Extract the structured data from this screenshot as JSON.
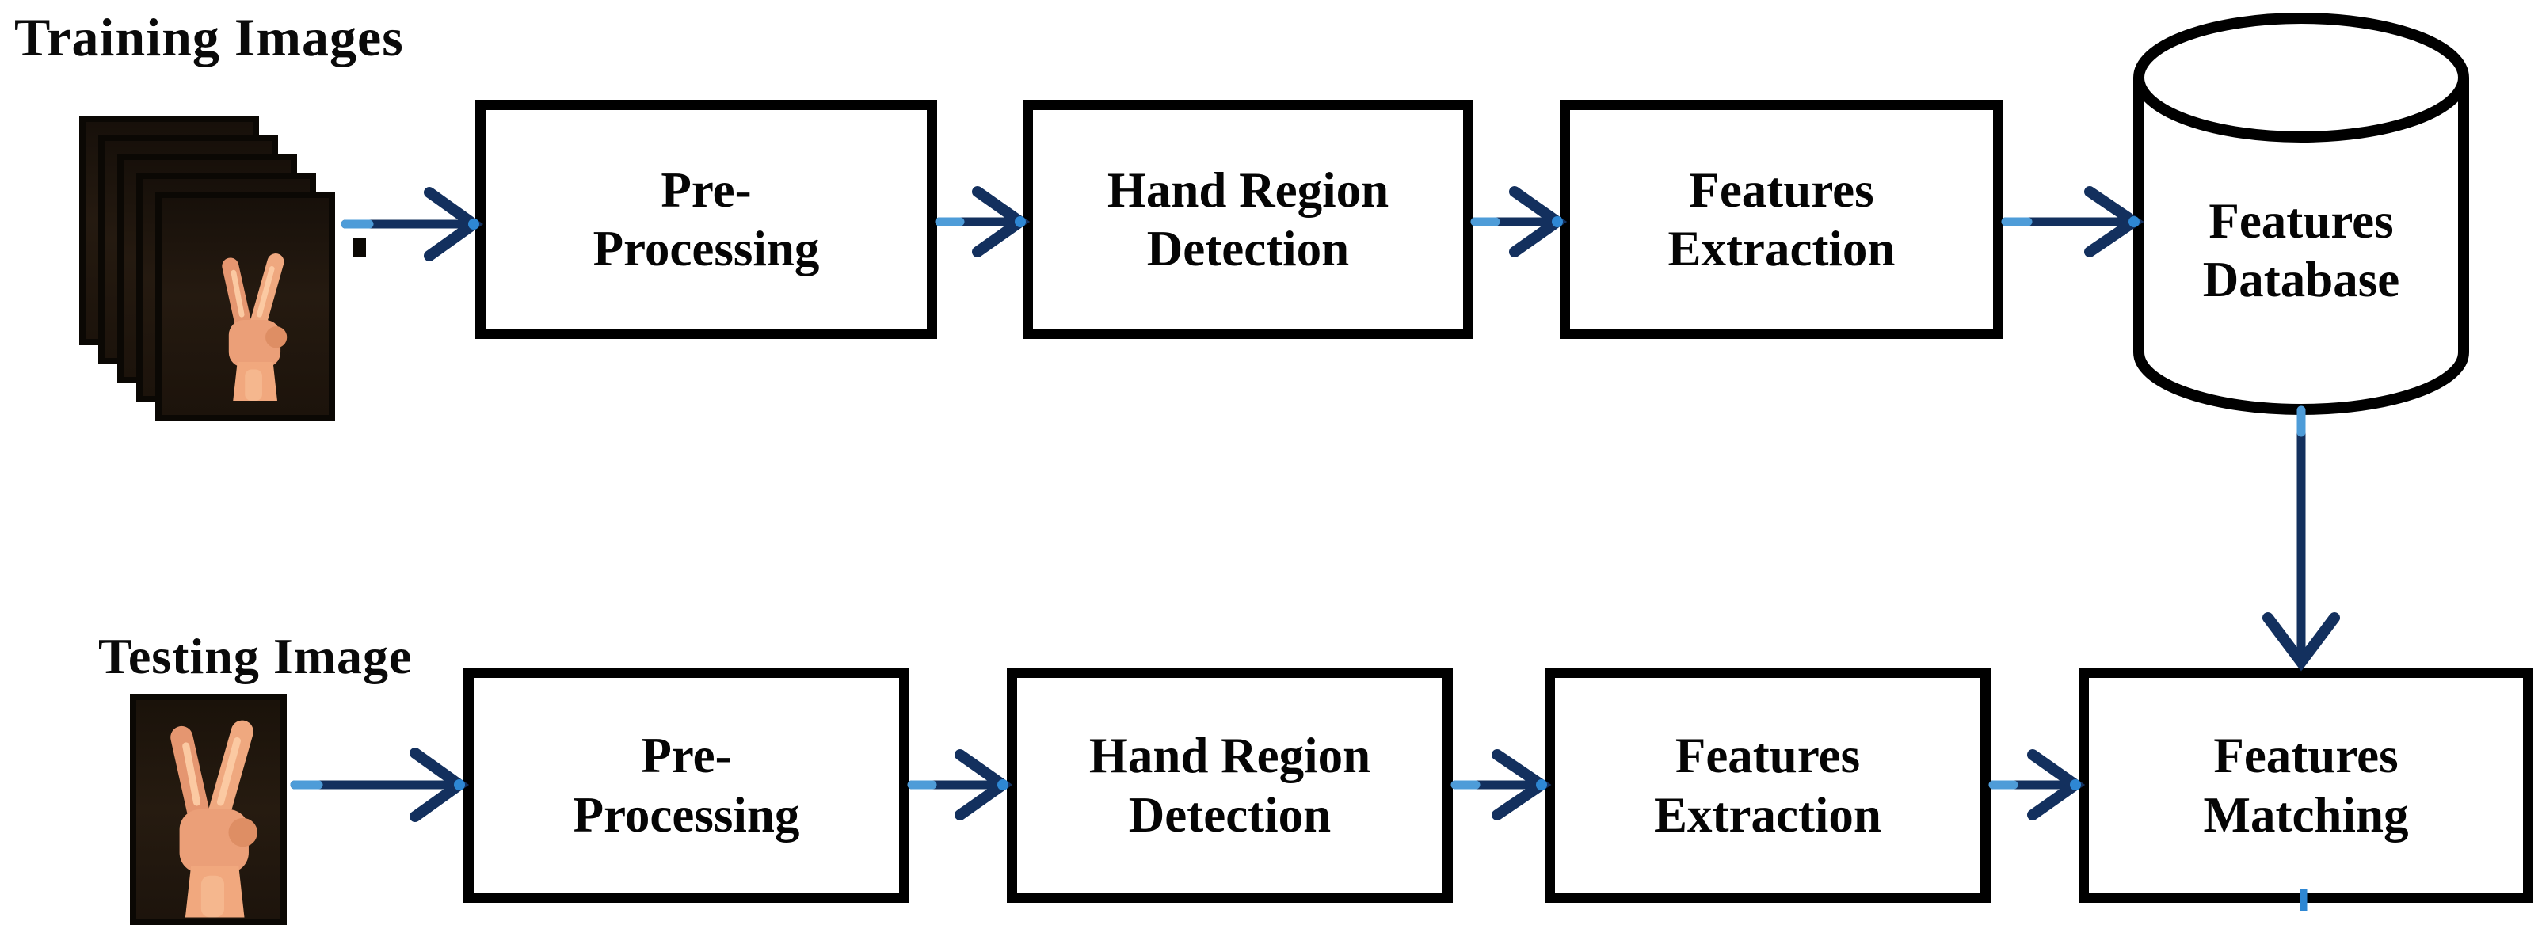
{
  "labels": {
    "training": "Training Images",
    "testing": "Testing Image"
  },
  "top_row": {
    "boxes": [
      {
        "line1": "Pre-",
        "line2": "Processing"
      },
      {
        "line1": "Hand Region",
        "line2": "Detection"
      },
      {
        "line1": "Features",
        "line2": "Extraction"
      }
    ],
    "database": {
      "line1": "Features",
      "line2": "Database"
    }
  },
  "bottom_row": {
    "boxes": [
      {
        "line1": "Pre-",
        "line2": "Processing"
      },
      {
        "line1": "Hand Region",
        "line2": "Detection"
      },
      {
        "line1": "Features",
        "line2": "Extraction"
      },
      {
        "line1": "Features",
        "line2": "Matching"
      }
    ]
  },
  "icons": {
    "database": "cylinder-shape",
    "arrow": "open-chevron-arrow",
    "hand": "victory-hand-gesture",
    "photo_stack": "stacked-photo-sheets"
  },
  "colors": {
    "background": "#FFFFFF",
    "box_border": "#000000",
    "box_fill": "#FFFFFF",
    "text": "#050505",
    "arrow_shaft": "#13305E",
    "arrow_tail_light": "#4E9CD8",
    "arrow_tip": "#2E87D3",
    "photo_background": "#1D140C",
    "hand_skin": "#EC9E77",
    "hand_highlight": "#FBC9A2"
  }
}
